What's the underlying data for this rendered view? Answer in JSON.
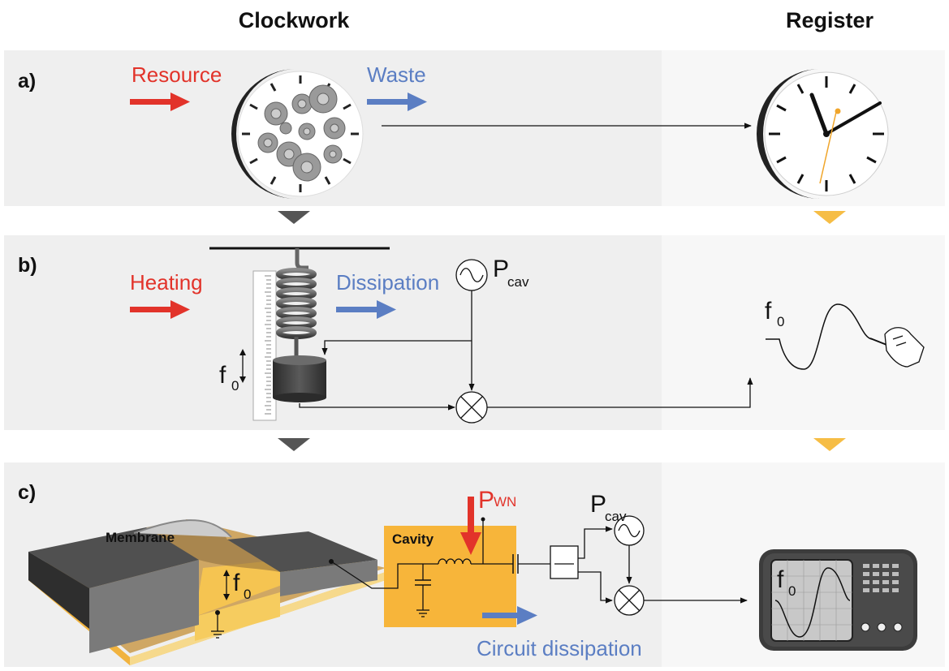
{
  "headers": {
    "clockwork": "Clockwork",
    "register": "Register"
  },
  "panels": {
    "a": {
      "label": "a)",
      "resource_label": "Resource",
      "waste_label": "Waste"
    },
    "b": {
      "label": "b)",
      "heating_label": "Heating",
      "dissipation_label": "Dissipation",
      "pcav_main": "P",
      "pcav_sub": "cav",
      "f0_main": "f",
      "f0_sub": "0",
      "register_f0_main": "f",
      "register_f0_sub": "0"
    },
    "c": {
      "label": "c)",
      "pwn_main": "P",
      "pwn_sub": "WN",
      "pcav_main": "P",
      "pcav_sub": "cav",
      "membrane_label": "Membrane",
      "cavity_label": "Cavity",
      "f0_main": "f",
      "f0_sub": "0",
      "circuit_dissipation_label": "Circuit dissipation",
      "scope_f0_main": "f",
      "scope_f0_sub": "0"
    }
  },
  "colors": {
    "panel_left": "#efefef",
    "panel_right": "#f7f7f7",
    "accent_red": "#e2332a",
    "accent_blue": "#5b7ec3",
    "accent_yellow": "#f6bd45",
    "cavity_fill": "#f7b53a",
    "gold_layer": "#f5c451"
  },
  "icons": [
    "gear-clockwork-icon",
    "wall-clock-icon",
    "spring-mass-icon",
    "ruler-icon",
    "signal-source-icon",
    "mixer-icon",
    "hand-pen-icon",
    "membrane-device-icon",
    "capacitor-icon",
    "inductor-icon",
    "ground-icon",
    "oscilloscope-icon"
  ]
}
